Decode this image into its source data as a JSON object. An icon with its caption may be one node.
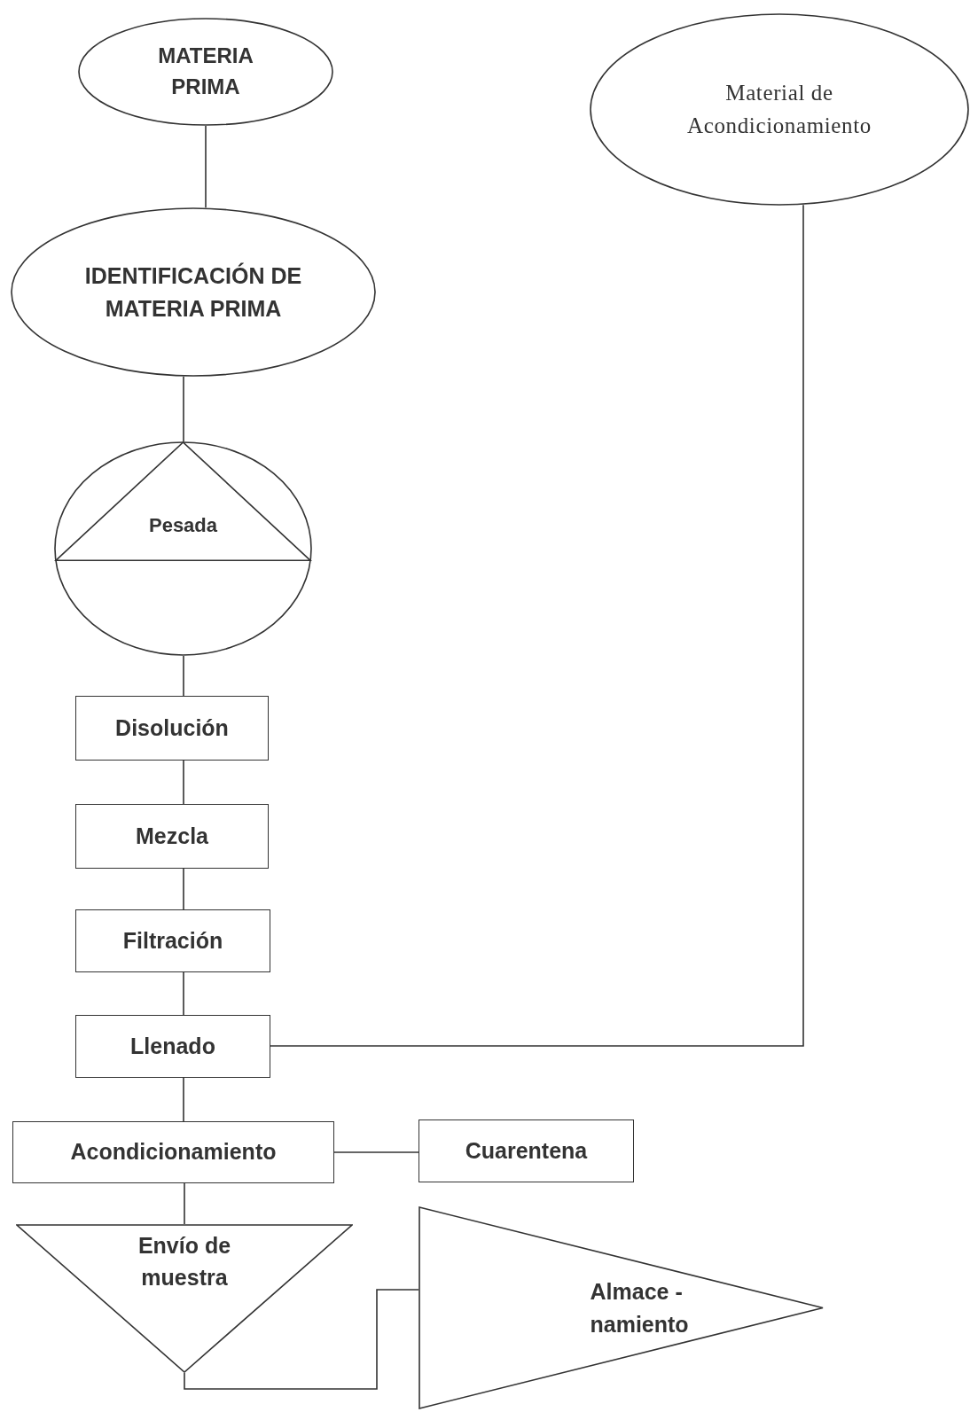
{
  "diagram": {
    "nodes": [
      {
        "text": [
          "MATERIA PRIMA"
        ]
      },
      {
        "text": [
          "Material de Acondicionamiento"
        ]
      },
      {
        "text": [
          "IDENTIFICACIÓN DE MATERIA PRIMA"
        ]
      },
      {
        "text": [
          "Pesada"
        ]
      },
      {
        "text": [
          "Disolución"
        ]
      },
      {
        "text": [
          "Mezcla"
        ]
      },
      {
        "text": [
          "Filtración"
        ]
      },
      {
        "text": [
          "Llenado"
        ]
      },
      {
        "text": [
          "Acondicionamiento"
        ]
      },
      {
        "text": [
          "Cuarentena"
        ]
      },
      {
        "text": [
          "Envío de muestra"
        ]
      },
      {
        "text": [
          "Almace - namiento"
        ]
      }
    ],
    "edges": [
      {
        "from": 0,
        "to": 2,
        "arrow": "none"
      },
      {
        "from": 2,
        "to": 3,
        "arrow": "none"
      },
      {
        "from": 3,
        "to": 4,
        "arrow": "none"
      },
      {
        "from": 4,
        "to": 5,
        "arrow": "none"
      },
      {
        "from": 5,
        "to": 6,
        "arrow": "none"
      },
      {
        "from": 6,
        "to": 7,
        "arrow": "none"
      },
      {
        "from": 7,
        "to": 8,
        "arrow": "none"
      },
      {
        "from": 1,
        "to": 7,
        "arrow": "none"
      },
      {
        "from": 8,
        "to": 9,
        "arrow": "none"
      },
      {
        "from": 8,
        "to": 10,
        "arrow": "none"
      },
      {
        "from": 10,
        "to": 11,
        "arrow": "none"
      }
    ]
  }
}
